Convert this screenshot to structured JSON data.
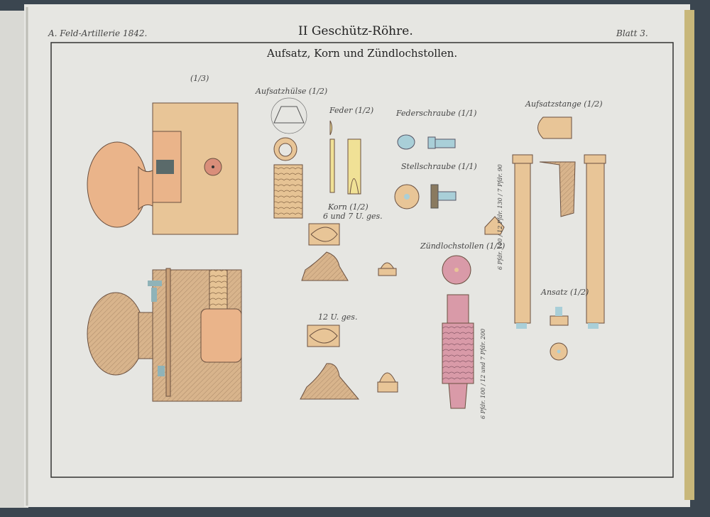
{
  "header": {
    "left": "A. Feld-Artillerie 1842.",
    "center": "II Geschütz-Röhre.",
    "right": "Blatt 3."
  },
  "subtitle": "Aufsatz, Korn und Zündlochstollen.",
  "labels": {
    "scale_main": "(1/3)",
    "aufsatzhuelse": "Aufsatzhülse (1/2)",
    "feder": "Feder (1/2)",
    "federschraube": "Federschraube (1/1)",
    "stellschraube": "Stellschraube (1/1)",
    "aufsatzstange": "Aufsatzstange (1/2)",
    "korn": "Korn (1/2)",
    "korn_sub": "6 und 7 U. ges.",
    "korn12": "12 U. ges.",
    "zuendlochstollen": "Zündlochstollen (1/2)",
    "ansatz": "Ansatz (1/2)",
    "stange_values": "6 Pfdr. 100 / 12 Pfdr. 130 / 7 Pfdr. 90",
    "stollen_values": "6 Pfdr. 100 / 12 und 7 Pfdr. 200"
  },
  "colors": {
    "paper": "#e6e6e2",
    "wood": "#e8c597",
    "orange": "#eab48a",
    "yellow": "#f0e196",
    "blue": "#a9cfd8",
    "pink": "#d99aa8"
  }
}
